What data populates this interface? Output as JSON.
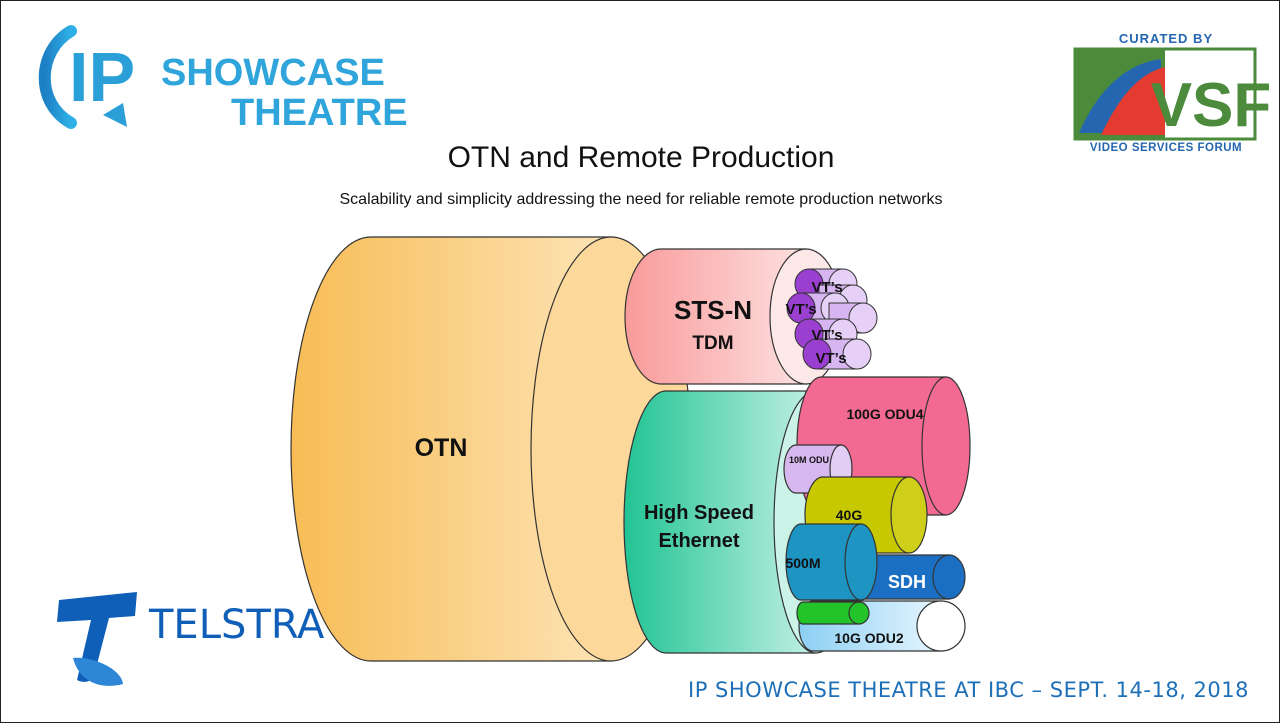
{
  "logo_left": {
    "text_line1": "SHOWCASE",
    "text_line2": "THEATRE",
    "mark": "IP"
  },
  "logo_right": {
    "curated_by": "CURATED BY",
    "mark": "VSF",
    "org": "VIDEO SERVICES FORUM"
  },
  "title": "OTN and Remote Production",
  "subtitle": "Scalability and simplicity addressing the need for reliable remote production networks",
  "telstra": "TELSTRA",
  "footer": "IP SHOWCASE THEATRE AT IBC – SEPT. 14-18, 2018",
  "diagram": {
    "otn": "OTN",
    "stsn_line1": "STS-N",
    "stsn_line2": "TDM",
    "vt1": "VT’s",
    "vt2": "VT’s",
    "vt3": "VT’s",
    "vt4": "VT’s",
    "hse_line1": "High Speed",
    "hse_line2": "Ethernet",
    "odu4": "100G ODU4",
    "odu10m": "10M ODU",
    "g40": "40G",
    "m500": "500M",
    "sdh": "SDH",
    "odu2": "10G ODU2"
  },
  "colors": {
    "brand_blue": "#2f9bd7",
    "telstra_blue": "#0f5fb8",
    "vsf_blue": "#2466b0",
    "vsf_red": "#e33b2f",
    "vsf_green": "#4b8b3b",
    "footer_blue": "#1d6fb8"
  }
}
